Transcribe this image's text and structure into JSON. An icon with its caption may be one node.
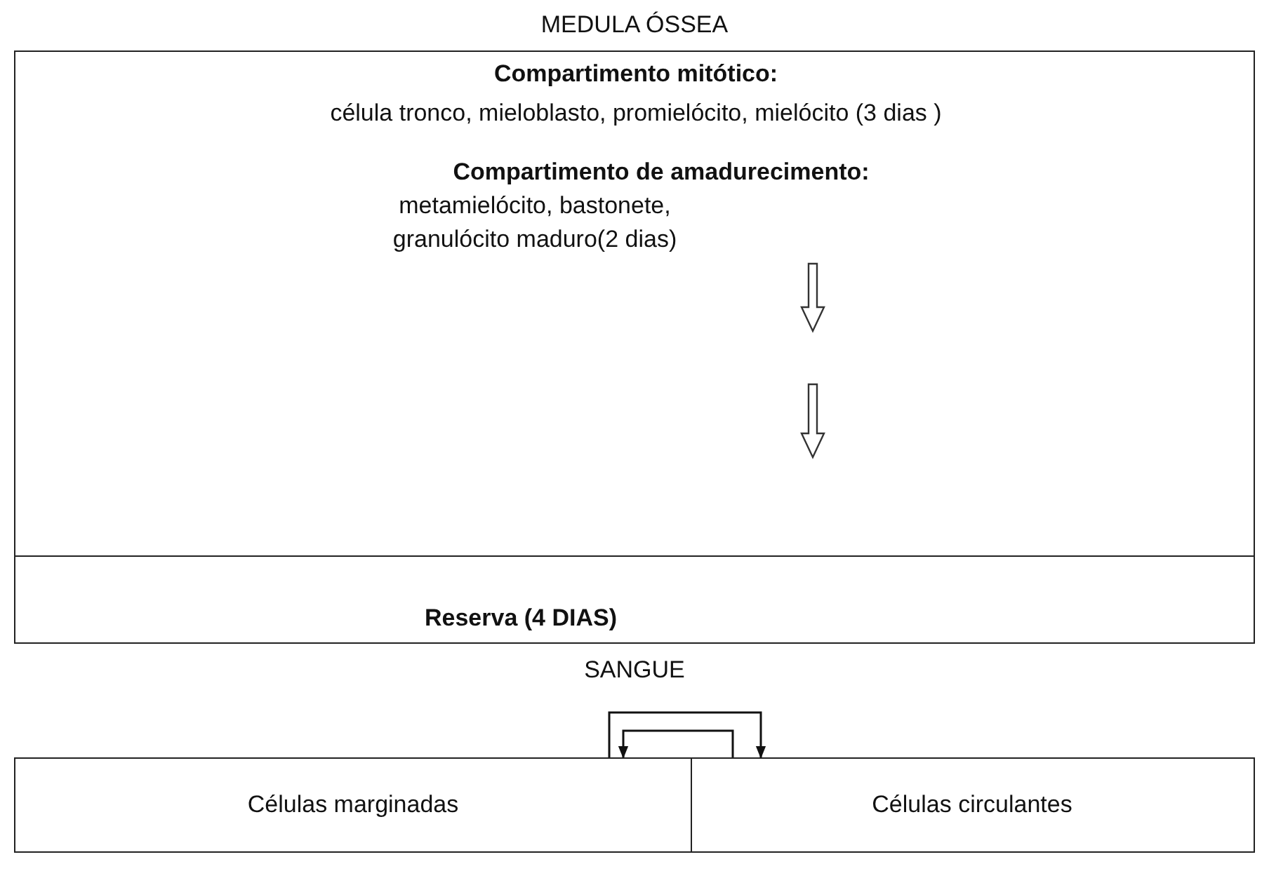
{
  "diagram": {
    "nodes": [
      {
        "text": [
          "MEDULA ÓSSEA"
        ]
      },
      {
        "text": [
          "Compartimento mitótico:",
          "célula tronco, mieloblasto, promielócito, mielócito (3 dias )",
          "Compartimento de amadurecimento:",
          "metamielócito, bastonete, granulócito maduro(2 dias)"
        ],
        "in": 0
      },
      {
        "text": [
          "Reserva (4 DIAS)"
        ],
        "in": 0
      },
      {
        "text": [
          "SANGUE"
        ]
      },
      {
        "text": [
          "Células marginadas"
        ],
        "in": 3
      },
      {
        "text": [
          "Células circulantes"
        ],
        "in": 3
      }
    ],
    "edges": [
      {
        "from": 4,
        "to": 5,
        "arrow": "to"
      },
      {
        "from": 5,
        "to": 4,
        "arrow": "to"
      }
    ]
  }
}
